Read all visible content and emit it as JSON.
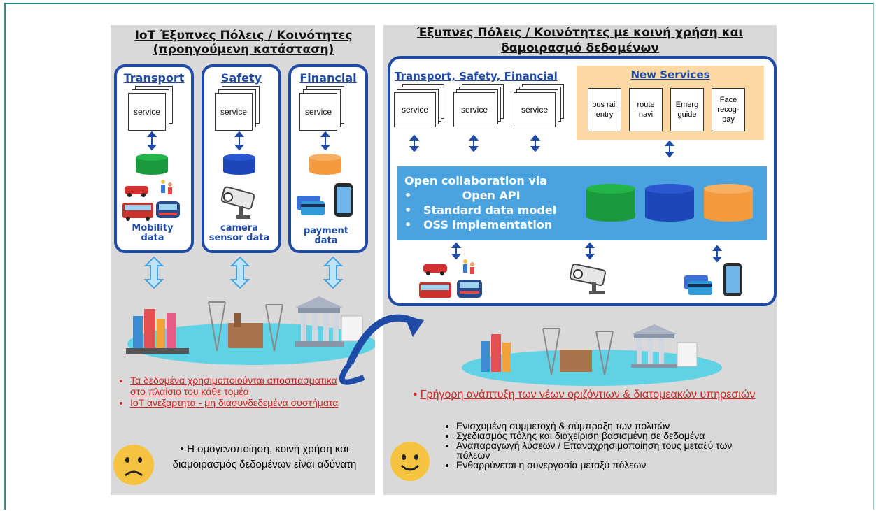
{
  "left": {
    "title_line1": "IoT Έξυπνες Πόλεις  / Κοινότητες",
    "title_line2": "(προηγούμενη κατάσταση)",
    "columns": [
      {
        "heading": "Transport",
        "service": "service",
        "caption_line1": "Mobility",
        "caption_line2": "data",
        "db_color": "#1a9a3c"
      },
      {
        "heading": "Safety",
        "service": "service",
        "caption_line1": "camera",
        "caption_line2": "sensor data",
        "db_color": "#1d46b8"
      },
      {
        "heading": "Financial",
        "service": "service",
        "caption_line1": "payment",
        "caption_line2": "data",
        "db_color": "#f39a3d"
      }
    ],
    "bullets_red": [
      "Τα δεδομένα χρησιμοποιούνται αποσπασματικα στο  πλαίσιο του κάθε τομέα",
      "IoT ανεξαρτητα - μη διασυνδεδεμένα συστήματα "
    ],
    "bullet_black": "Η ομογενοποίηση, κοινή χρήση και διαμοιρασμός δεδομένων είναι αδύνατη"
  },
  "right": {
    "title_line1": "Έξυπνες Πόλεις / Κοινότητες με κοινή χρήση και",
    "title_line2": "δαμοιρασμό  δεδομένων ",
    "group_heading": "Transport, Safety, Financial",
    "services": [
      "service",
      "service",
      "service"
    ],
    "new_services_heading": "New Services",
    "new_services": [
      "bus rail entry",
      "route navi",
      "Emerg guide",
      "Face recog-pay"
    ],
    "collab_title": "Open collaboration via",
    "collab_items": [
      "Open API",
      "Standard data model",
      "OSS implementation"
    ],
    "red_bullet": "Γρήγορη ανάπτυξη των νέων οριζόντιων & διατομεακών υπηρεσιών",
    "bullets": [
      "Ενισχυμένη συμμετοχή & σύμπραξη των πολιτών",
      "Σχεδιασμός πόλης και διαχείριση βασισμένη σε δεδομένα",
      "Αναπαραγωγή λύσεων / Επαναχρησιμοποίηση τους μεταξύ των πόλεων",
      "Ενθαρρύνεται η συνεργασία μεταξύ πόλεων"
    ]
  },
  "colors": {
    "blue": "#1f4aa6",
    "light_blue": "#4aa3df",
    "orange_box": "#fcd9a4",
    "green": "#1a9a3c",
    "orange": "#f39a3d"
  }
}
